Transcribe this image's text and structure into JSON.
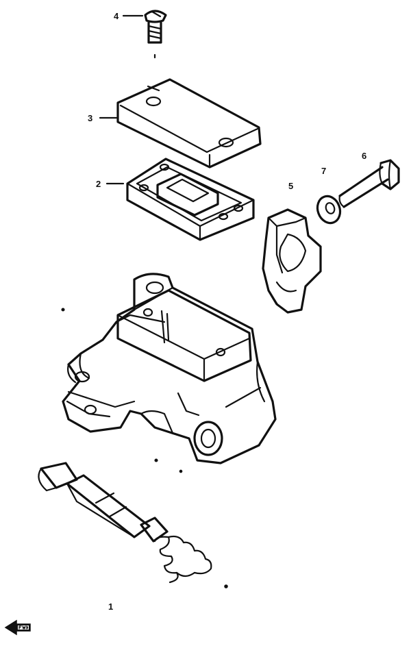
{
  "callouts": {
    "part_1": "1",
    "part_2": "2",
    "part_3": "3",
    "part_4": "4",
    "part_5": "5",
    "part_6": "6",
    "part_7": "7"
  },
  "fwd_marker_icon": "fwd-arrow-icon",
  "ink_color": "#111111",
  "background_color": "#ffffff"
}
